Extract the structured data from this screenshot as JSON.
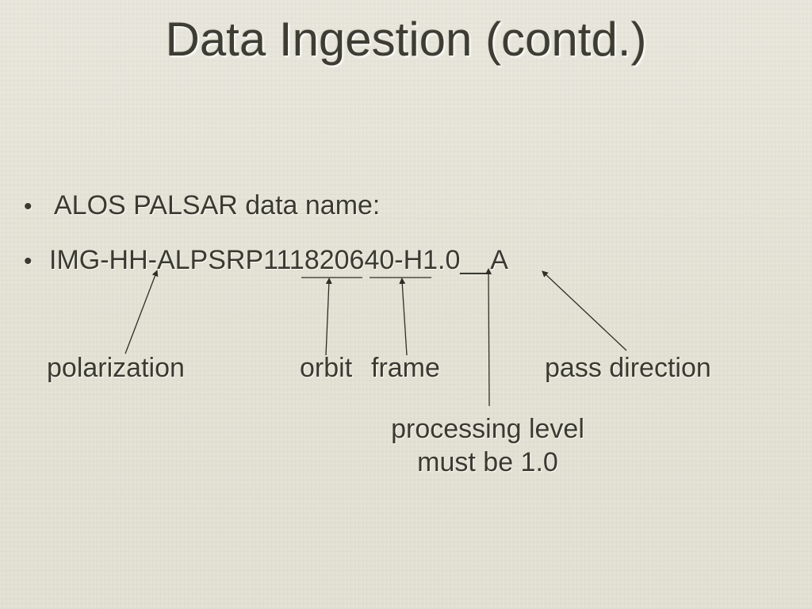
{
  "slide": {
    "title": "Data Ingestion (contd.)",
    "bullets": [
      {
        "marker": "•",
        "text": "ALOS PALSAR data name:"
      },
      {
        "marker": "•",
        "text": "IMG-HH-ALPSRP111820640-H1.0__A"
      }
    ],
    "annotations": {
      "polarization": "polarization",
      "orbit": "orbit",
      "frame": "frame",
      "pass_direction": "pass direction",
      "processing_level_line1": "processing level",
      "processing_level_line2": "must be 1.0"
    }
  }
}
